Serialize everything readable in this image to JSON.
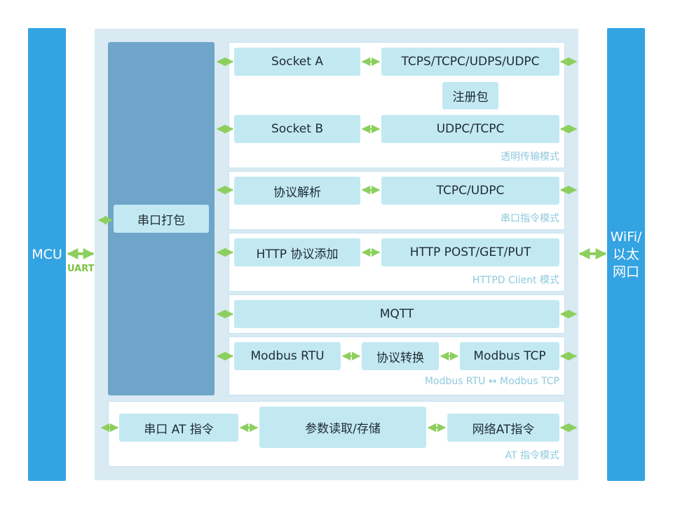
{
  "left_bar": {
    "label": "MCU"
  },
  "right_bar": {
    "line1": "WiFi/",
    "line2": "以太",
    "line3": "网口"
  },
  "uart_label": "UART",
  "packer": {
    "label": "串口打包"
  },
  "transparent_mode": {
    "socket_a": "Socket A",
    "socket_a_protocols": "TCPS/TCPC/UDPS/UDPC",
    "register_packet": "注册包",
    "socket_b": "Socket B",
    "socket_b_protocols": "UDPC/TCPC",
    "mode_label": "透明传输模式"
  },
  "serial_command_mode": {
    "parser": "协议解析",
    "protocols": "TCPC/UDPC",
    "mode_label": "串口指令模式"
  },
  "httpd_mode": {
    "add_protocol": "HTTP 协议添加",
    "methods": "HTTP POST/GET/PUT",
    "mode_label": "HTTPD Client 模式"
  },
  "mqtt": {
    "label": "MQTT"
  },
  "modbus": {
    "rtu": "Modbus RTU",
    "convert": "协议转换",
    "tcp": "Modbus TCP",
    "mode_label": "Modbus RTU ↔ Modbus TCP"
  },
  "at_mode": {
    "serial_at": "串口 AT 指令",
    "params": "参数读取/存储",
    "network_at": "网络AT指令",
    "mode_label": "AT 指令模式"
  },
  "colors": {
    "bar": "#33a3e2",
    "packer": "#6ea5c9",
    "box": "#c2e9f2",
    "arrow": "#8dcf5e",
    "mode_text": "#8fc9dd"
  }
}
